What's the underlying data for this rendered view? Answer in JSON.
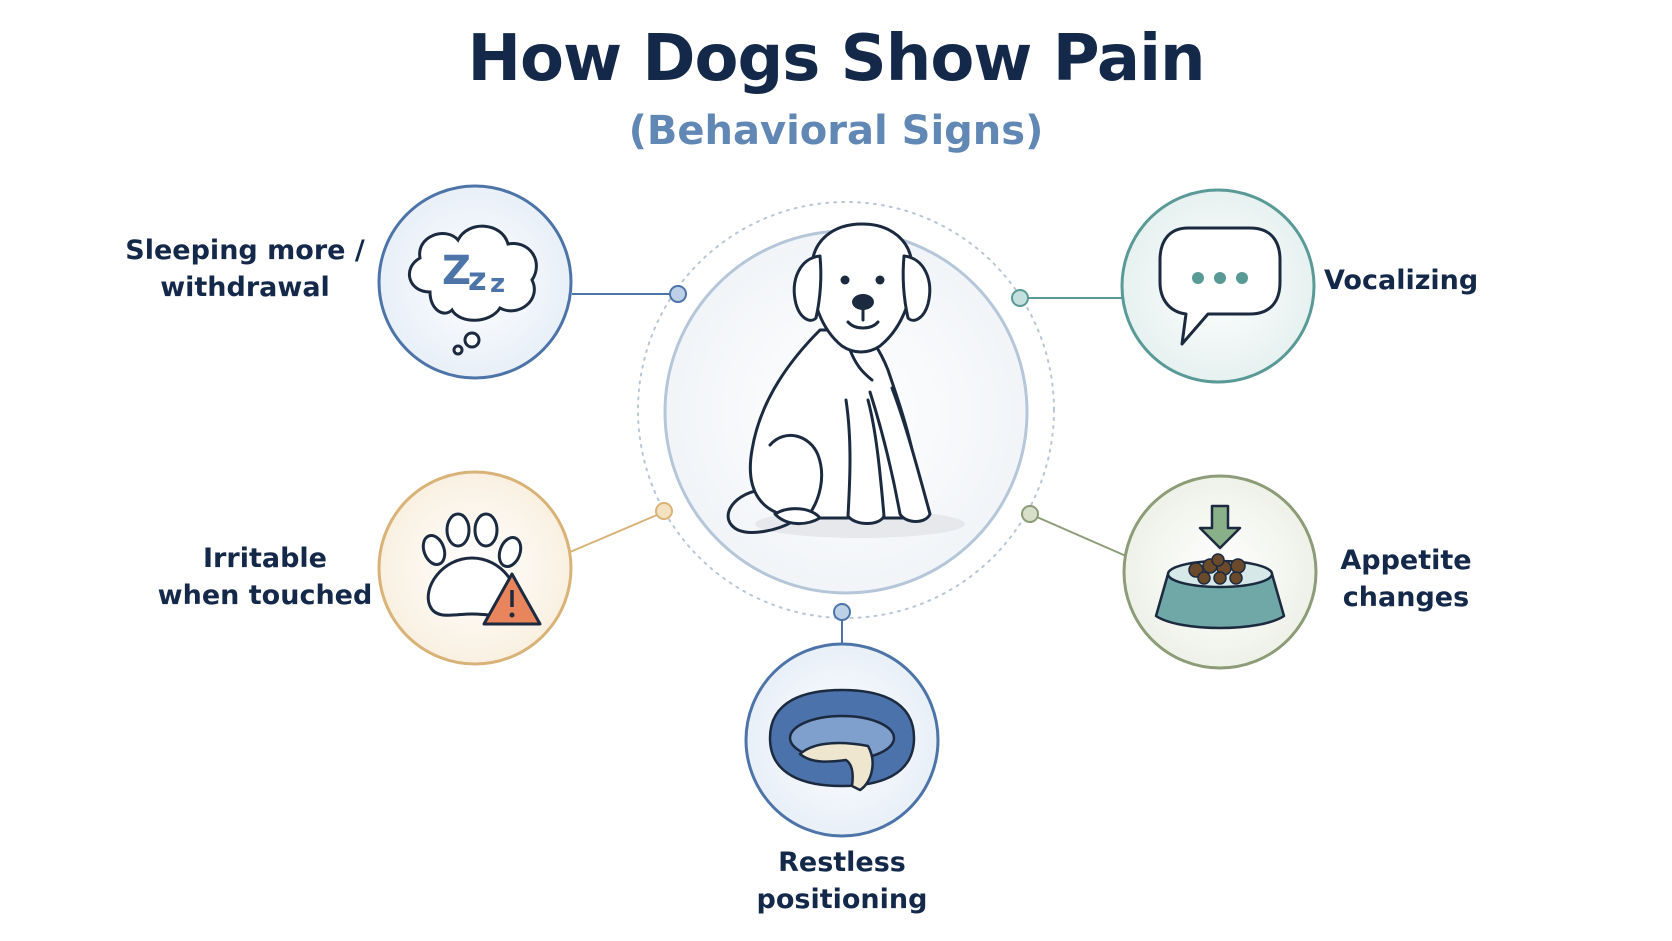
{
  "title": "How Dogs Show Pain",
  "subtitle": "(Behavioral Signs)",
  "center": {
    "icon": "sitting-dog-illustration"
  },
  "signs": [
    {
      "label": "Sleeping more /\nwithdrawal",
      "icon": "zzz-thought-cloud-icon",
      "color": "#4d74a8"
    },
    {
      "label": "Vocalizing",
      "icon": "speech-bubble-icon",
      "color": "#5a9a96"
    },
    {
      "label": "Irritable\nwhen touched",
      "icon": "paw-warning-icon",
      "color": "#d9b277"
    },
    {
      "label": "Appetite\nchanges",
      "icon": "food-bowl-icon",
      "color": "#8c9c78"
    },
    {
      "label": "Restless\npositioning",
      "icon": "dog-bed-icon",
      "color": "#4d74a8"
    }
  ],
  "colors": {
    "title": "#14284a",
    "subtitle": "#6187b4",
    "warning": "#e9855c",
    "bed": "#4c72ac",
    "bowl": "#6fa8a6",
    "food": "#6b4a2b",
    "arrow": "#8ab08a"
  }
}
